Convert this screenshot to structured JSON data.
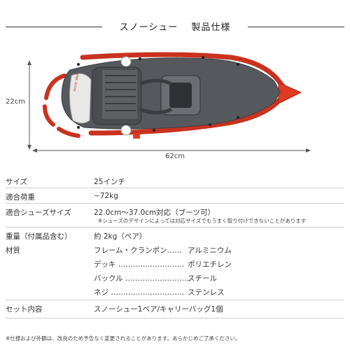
{
  "header": {
    "title": "スノーシュー　 製品仕様"
  },
  "dimensions": {
    "height": "22cm",
    "width": "62cm"
  },
  "logo": {
    "text": "Arctic Walk"
  },
  "specs": [
    {
      "key": "サイズ",
      "value": "25インチ"
    },
    {
      "key": "適合荷重",
      "value": "~72kg"
    },
    {
      "key": "適合シューズサイズ",
      "value": "22.0cm～37.0cm対応（ブーツ可）"
    },
    {
      "key": "重量（付属品含む）",
      "value": "約 2kg（ペア）"
    },
    {
      "key": "材質",
      "value": ""
    },
    {
      "key": "セット内容",
      "value": "スノーシュー1ペア/キャリーバッグ1個"
    }
  ],
  "shoe_note": "※シューズのデザインによっては対応サイズでもうまく取り付けできないことがあります",
  "materials": [
    {
      "part": "フレーム・クランポン……",
      "material": "アルミニウム"
    },
    {
      "part": "デッキ ………………………",
      "material": "ポリエチレン"
    },
    {
      "part": "バックル ………………………",
      "material": "スチール"
    },
    {
      "part": "ネジ …………………………",
      "material": "ステンレス"
    }
  ],
  "footer": "※仕様および外観は、改良のため予告なく変更されることがあります。あらかじめご了承ください。",
  "colors": {
    "frame": "#c8321f",
    "deck": "#55585c",
    "accent": "#e03a20"
  }
}
